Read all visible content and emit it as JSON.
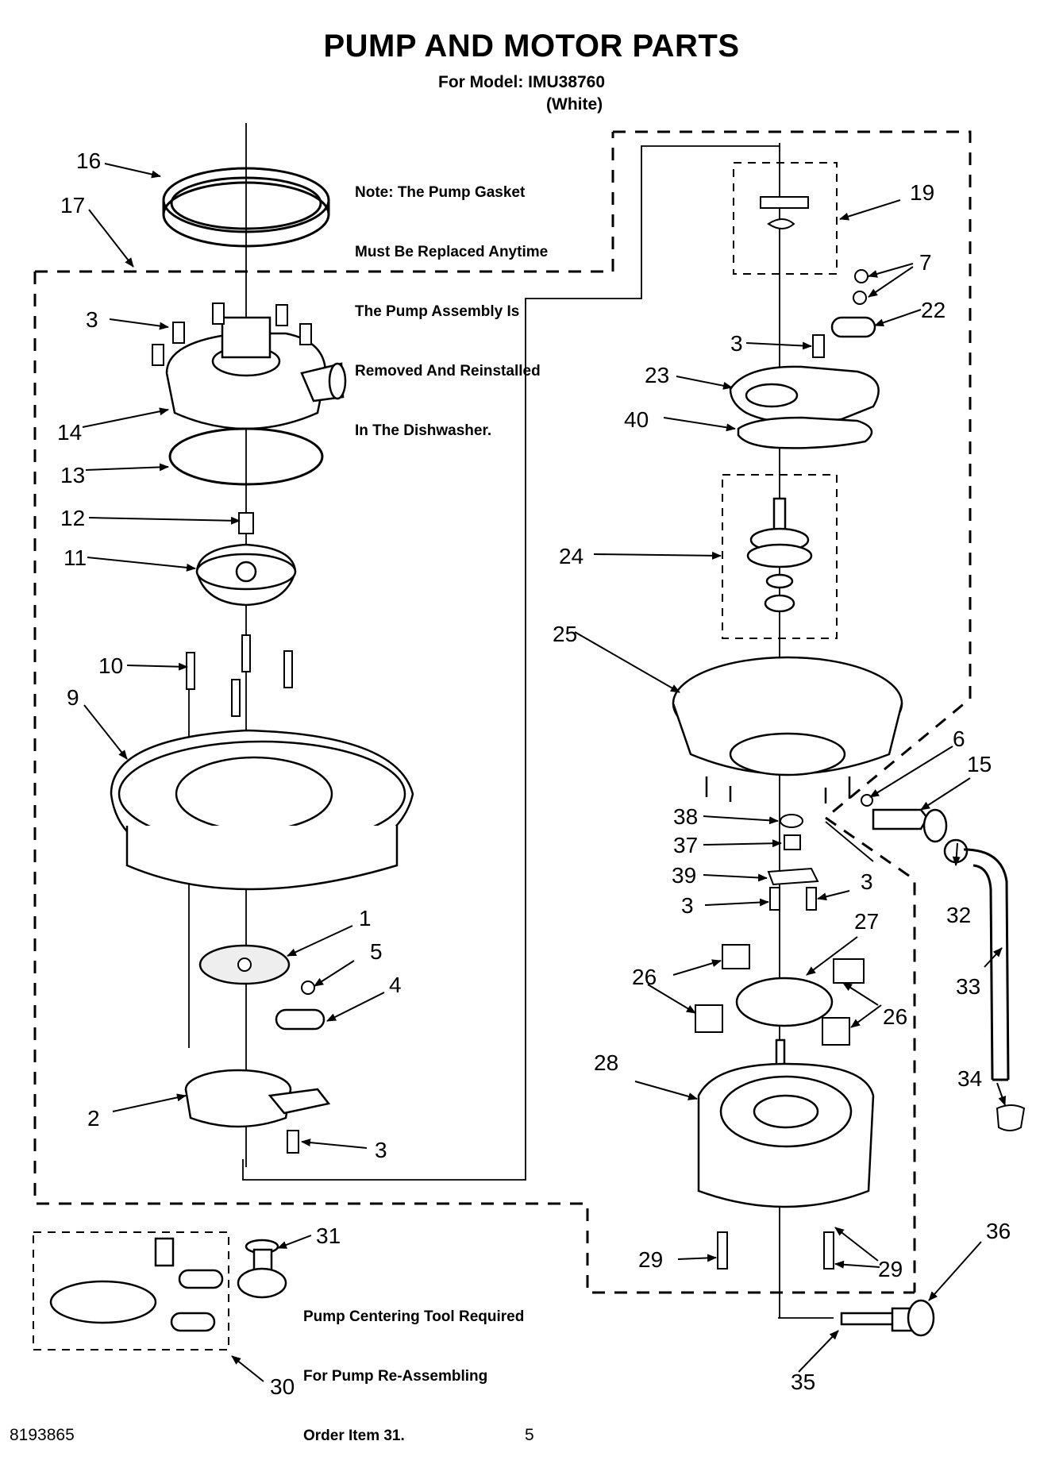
{
  "header": {
    "title": "PUMP AND MOTOR PARTS",
    "model_line": "For Model: IMU38760",
    "color_line": "(White)"
  },
  "notes": {
    "gasket_note": [
      "Note: The Pump Gasket",
      "Must Be Replaced Anytime",
      "The Pump Assembly Is",
      "Removed And Reinstalled",
      "In The Dishwasher."
    ],
    "tool_note": [
      "Pump Centering Tool Required",
      "For Pump Re-Assembling",
      "Order Item 31."
    ]
  },
  "callouts": {
    "c16": "16",
    "c17": "17",
    "c3a": "3",
    "c14": "14",
    "c13": "13",
    "c12": "12",
    "c11": "11",
    "c10": "10",
    "c9": "9",
    "c1": "1",
    "c5": "5",
    "c4": "4",
    "c2": "2",
    "c3b": "3",
    "c19": "19",
    "c7": "7",
    "c22": "22",
    "c3c": "3",
    "c23": "23",
    "c40": "40",
    "c24": "24",
    "c25": "25",
    "c6": "6",
    "c15": "15",
    "c38": "38",
    "c37": "37",
    "c39": "39",
    "c3d": "3",
    "c3e": "3",
    "c27": "27",
    "c26a": "26",
    "c26b": "26",
    "c28": "28",
    "c32": "32",
    "c33": "33",
    "c34": "34",
    "c29a": "29",
    "c29b": "29",
    "c36": "36",
    "c35": "35",
    "c31": "31",
    "c30": "30"
  },
  "footer": {
    "doc_number": "8193865",
    "page": "5"
  }
}
